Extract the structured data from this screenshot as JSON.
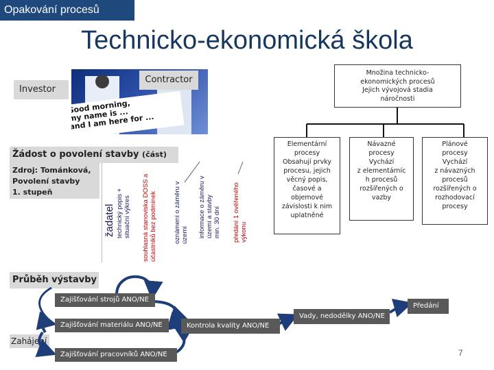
{
  "top_tag": "Opakování procesů",
  "title": "Technicko-ekonomická škola",
  "photo": {
    "investor": "Investor",
    "contractor": "Contractor",
    "speech_lines": [
      "Good morning,",
      "my name is ...",
      "and I am here for ..."
    ]
  },
  "tree": {
    "root_lines": [
      "Množina technicko-",
      "ekonomických procesů",
      "Jejich vývojová stadia",
      "náročnosti"
    ],
    "children": [
      {
        "lines": [
          "Elementární",
          "procesy",
          "Obsahují prvky",
          "procesu, jejich",
          "věcný popis,",
          "časové a",
          "objemové",
          "závislosti k nim",
          "uplatněné"
        ]
      },
      {
        "lines": [
          "Návazné",
          "procesy",
          "Vychází",
          "z elementárníc",
          "h procesů",
          "rozšířených o",
          "vazby"
        ]
      },
      {
        "lines": [
          "Plánové",
          "procesy",
          "Vychází",
          "z návazných",
          "procesů",
          "rozšířených o",
          "rozhodovací",
          "procesy"
        ]
      }
    ]
  },
  "permit": {
    "title": "Žádost o povolení stavby",
    "title_suffix": "(část)",
    "source_lines": [
      "Zdroj: Tománková,",
      "Povolení stavby",
      "1. stupeň"
    ],
    "columns": [
      {
        "lines": [
          "žadatel"
        ],
        "color": "#1a1a5a"
      },
      {
        "lines": [
          "technický popis +",
          "situační výkres"
        ],
        "color": "#1a1a5a"
      },
      {
        "lines": [
          "souhlasná stanoviska DOSS a",
          "účastníků bez podmínek"
        ],
        "color": "#c00000"
      },
      {
        "lines": [
          "oznámení o záměru v",
          "území"
        ],
        "color": "#1a1a5a"
      },
      {
        "lines": [
          "informace o záměru v",
          "území a stavby",
          "min. 30 dní"
        ],
        "color": "#1a1a5a"
      },
      {
        "lines": [
          "předání 1 ověřeného",
          "výkonu"
        ],
        "color": "#c00000"
      }
    ]
  },
  "progress": {
    "title": "Průběh výstavby",
    "start": "Zahájení",
    "steps": {
      "construction": "Zajišťování strojů ANO/NE",
      "material": "Zajišťování materiálu ANO/NE",
      "workers": "Zajišťování pracovníků ANO/NE",
      "quality": "Kontrola kvality ANO/NE",
      "defects": "Vady, nedodělky ANO/NE",
      "handover": "Předání"
    }
  },
  "page_number": "7",
  "colors": {
    "tag_bg": "#1f497d",
    "dark_box": "#595959",
    "label_gray": "#d9d9d9",
    "arrow": "#1f3e79"
  }
}
